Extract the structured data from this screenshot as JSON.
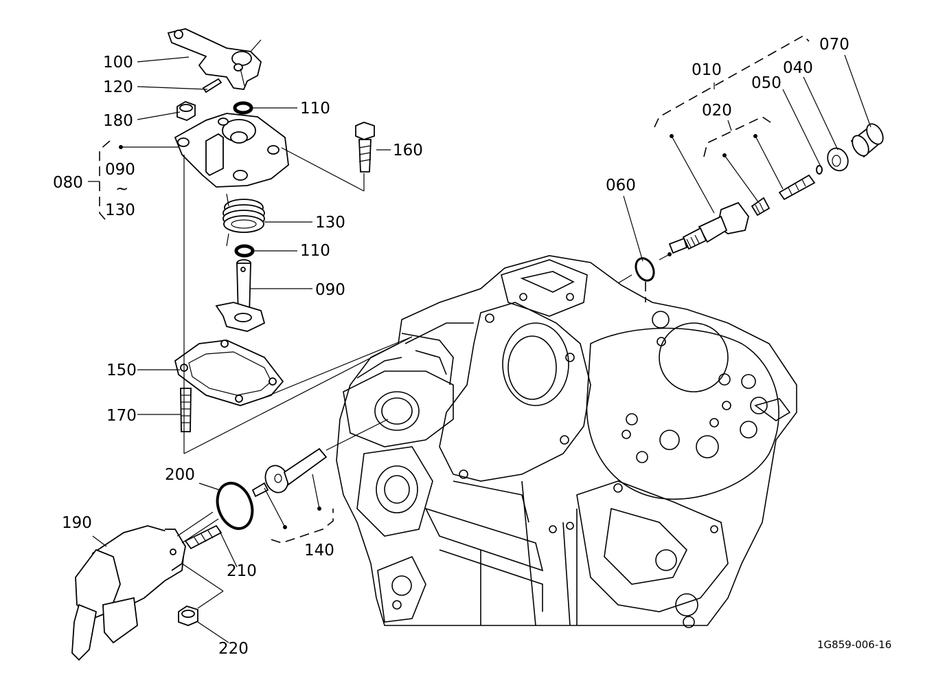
{
  "diagram": {
    "drawing_code": "1G859-006-16",
    "labels": {
      "p100": "100",
      "p120": "120",
      "p180": "180",
      "p110a": "110",
      "p160": "160",
      "p080": "080",
      "p090a": "090",
      "tilde": "~",
      "p130a": "130",
      "p130b": "130",
      "p110b": "110",
      "p090b": "090",
      "p150": "150",
      "p170": "170",
      "p200": "200",
      "p190": "190",
      "p210": "210",
      "p220": "220",
      "p140": "140",
      "p010": "010",
      "p020": "020",
      "p050": "050",
      "p040": "040",
      "p070": "070",
      "p060": "060"
    }
  }
}
